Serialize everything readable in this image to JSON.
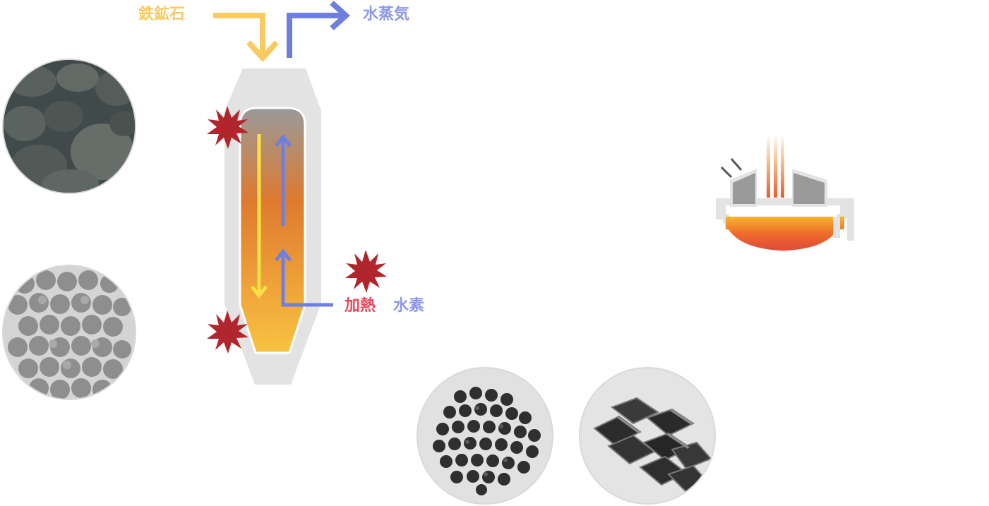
{
  "labels": {
    "iron_ore": "鉄鉱石",
    "steam": "水蒸気",
    "heating": "加熱",
    "hydrogen": "水素"
  },
  "colors": {
    "iron_ore": "#f7cb62",
    "steam": "#6e7fe0",
    "hydrogen": "#6e7fe0",
    "heating": "#e8495a",
    "burst": "#b1262d",
    "furnace_shell": "#e3e3e3"
  },
  "icons": {
    "heat_burst": "heat-burst-icon",
    "electric_furnace": "electric-arc-furnace-icon"
  }
}
